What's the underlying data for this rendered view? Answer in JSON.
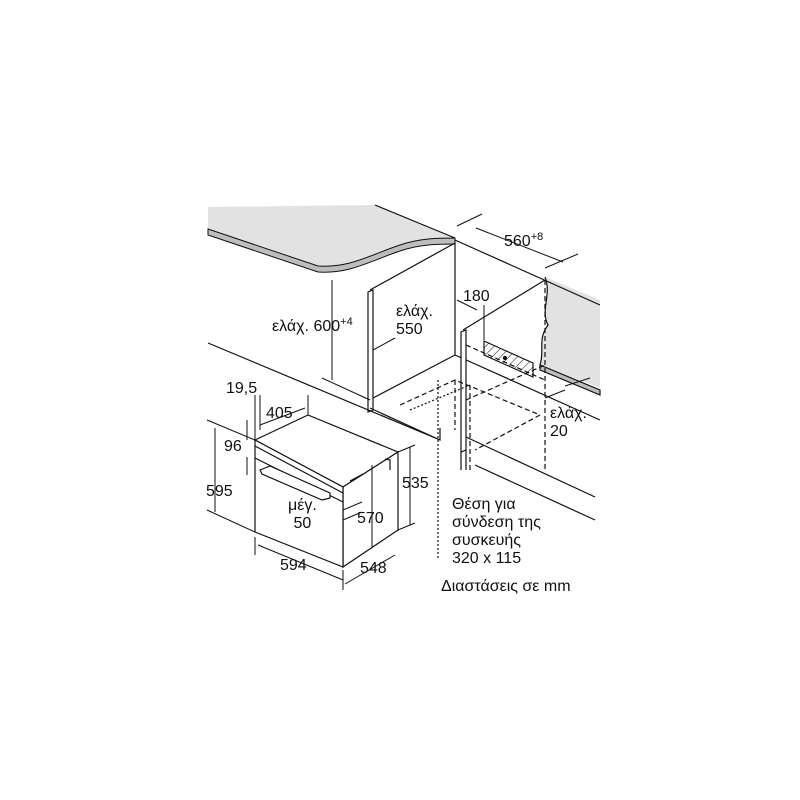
{
  "labels": {
    "depth_niche": "560",
    "depth_niche_tol": "+8",
    "min_width_prefix": "ελάχ.",
    "min_width": "600",
    "min_width_tol": "+4",
    "min_height_prefix": "ελάχ.",
    "min_height": "550",
    "top_gap": "180",
    "min_gap_prefix": "ελάχ.",
    "min_gap": "20",
    "d_19_5": "19,5",
    "d_405": "405",
    "d_96": "96",
    "d_595": "595",
    "max_prefix": "μέγ.",
    "max_50": "50",
    "d_570": "570",
    "d_535": "535",
    "d_594": "594",
    "d_548": "548"
  },
  "connection_note": [
    "Θέση για",
    "σύνδεση της",
    "συσκευής",
    "320 x 115"
  ],
  "units_note": "Διαστάσεις σε mm",
  "colors": {
    "countertop": "#e2e2e2",
    "line": "#111111"
  }
}
